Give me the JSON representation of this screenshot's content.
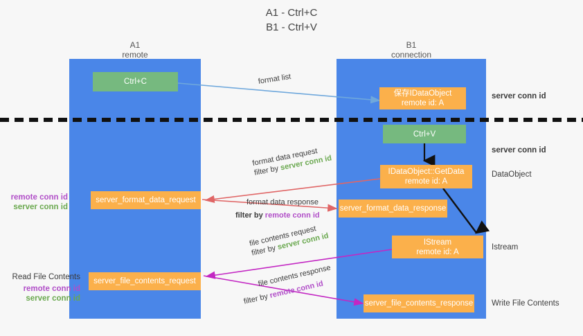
{
  "title": {
    "line1": "A1 - Ctrl+C",
    "line2": "B1 - Ctrl+V"
  },
  "lanes": [
    {
      "name": "A1",
      "sub": "remote"
    },
    {
      "name": "B1",
      "sub": "connection"
    }
  ],
  "nodes": {
    "ctrl_c": {
      "label": "Ctrl+C",
      "color": "#76b97f"
    },
    "save_idataobject": {
      "line1": "保存IDataObject",
      "line2": "remote id: A",
      "color": "#fbb04b"
    },
    "ctrl_v": {
      "label": "Ctrl+V",
      "color": "#76b97f"
    },
    "getdata": {
      "line1": "IDataObject::GetData",
      "line2": "remote id: A",
      "color": "#fbb04b"
    },
    "server_format_data_request": {
      "label": "server_format_data_request",
      "color": "#fbb04b"
    },
    "server_format_data_response": {
      "label": "server_format_data_response",
      "color": "#fbb04b"
    },
    "istream": {
      "line1": "IStream",
      "line2": "remote id: A",
      "color": "#fbb04b"
    },
    "server_file_contents_request": {
      "label": "server_file_contents_request",
      "color": "#fbb04b"
    },
    "server_file_contents_response": {
      "label": "server_file_contents_response",
      "color": "#fbb04b"
    }
  },
  "edges": [
    {
      "name": "format-list",
      "label": "format list",
      "color": "#6fa8dc"
    },
    {
      "name": "format-data-request",
      "label_top": "format data request",
      "label_prefix": "filter by ",
      "label_keyword": "server conn id",
      "keyword_color": "#6aa84f",
      "color": "#e06666"
    },
    {
      "name": "format-data-response",
      "label_top": "format data response",
      "label_prefix": "filter by ",
      "label_keyword": "remote conn id",
      "keyword_color": "#b14fc8",
      "color": "#e06666"
    },
    {
      "name": "file-contents-request",
      "label_top": "file contents request",
      "label_prefix": "filter by ",
      "label_keyword": "server conn id",
      "keyword_color": "#6aa84f",
      "color": "#c327c3"
    },
    {
      "name": "file-contents-response",
      "label_top": "file contents response",
      "label_prefix": "filter by ",
      "label_keyword": "remote conn id",
      "keyword_color": "#b14fc8",
      "color": "#c327c3"
    }
  ],
  "right_labels": [
    {
      "name": "server-conn-id-1",
      "text": "server conn id",
      "color": "#6aa84f"
    },
    {
      "name": "server-conn-id-2",
      "text": "server conn id",
      "color": "#6aa84f"
    },
    {
      "name": "dataobject",
      "text": "DataObject",
      "color": "#3b3b3b"
    },
    {
      "name": "istream",
      "text": "Istream",
      "color": "#3b3b3b"
    },
    {
      "name": "write-file-contents",
      "text": "Write File Contents",
      "color": "#3b3b3b"
    }
  ],
  "left_labels": {
    "group1": {
      "remote": "remote conn id",
      "server": "server conn id"
    },
    "group2": {
      "heading": "Read File Contents",
      "remote": "remote conn id",
      "server": "server conn id"
    }
  },
  "colors": {
    "lane": "#4a86e8",
    "green_box": "#76b97f",
    "orange_box": "#fbb04b",
    "background": "#f7f7f7",
    "separator": "#111111"
  }
}
